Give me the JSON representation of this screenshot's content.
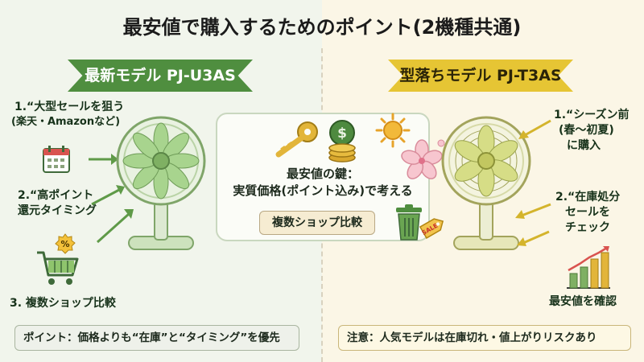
{
  "title": "最安値で購入するためのポイント(2機種共通)",
  "left": {
    "banner": "最新モデル PJ-U3AS",
    "tip1_line1": "1.“大型セールを狙う",
    "tip1_line2": "(楽天・Amazonなど)",
    "tip2_line1": "2.“高ポイント",
    "tip2_line2": "還元タイミング",
    "tip3": "3. 複数ショップ比較",
    "note": "ポイント：価格よりも“在庫”と“タイミング”を優先",
    "fan_color": "#a8d48e"
  },
  "center": {
    "key_line1": "最安値の鍵：",
    "key_line2": "実質価格(ポイント込み)で考える",
    "pill": "複数ショップ比較",
    "sale_tag": "SALE"
  },
  "right": {
    "banner": "型落ちモデル PJ-T3AS",
    "tip1_line1": "1.“シーズン前",
    "tip1_line2": "(春〜初夏)",
    "tip1_line3": "に購入",
    "tip2_line1": "2.“在庫処分",
    "tip2_line2": "セールを",
    "tip2_line3": "チェック",
    "tip3": "最安値を確認",
    "note": "注意：人気モデルは在庫切れ・値上がりリスクあり",
    "fan_color": "#d6dd86"
  },
  "icons": {
    "left": [
      "calendar-icon",
      "percent-tag-icon",
      "shopping-cart-icon"
    ],
    "center": [
      "key-icon",
      "coin-icon",
      "coin-stack-icon",
      "sun-icon",
      "cherry-blossom-icon",
      "trash-bin-icon",
      "sale-tag-icon"
    ],
    "right": [
      "bar-chart-icon"
    ]
  }
}
